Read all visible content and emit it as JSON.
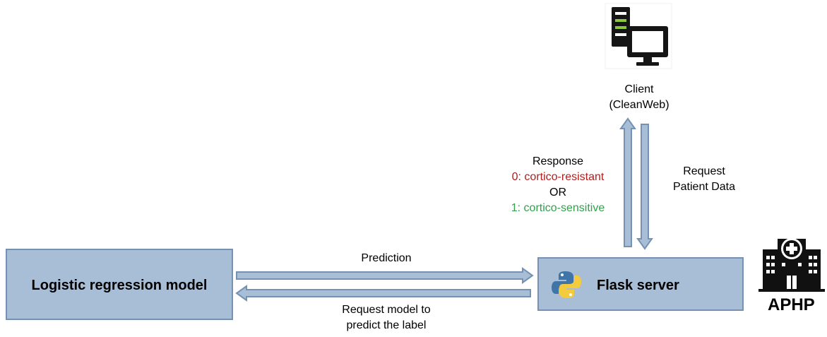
{
  "client": {
    "label_line1": "Client",
    "label_line2": "(CleanWeb)"
  },
  "response": {
    "title": "Response",
    "option0": "0: cortico-resistant",
    "or": "OR",
    "option1": "1: cortico-sensitive"
  },
  "request_patient": {
    "line1": "Request",
    "line2": "Patient Data"
  },
  "model_box": {
    "label": "Logistic regression model"
  },
  "flask_box": {
    "label": "Flask server"
  },
  "prediction_label": "Prediction",
  "request_model": {
    "line1": "Request model to",
    "line2": "predict the label"
  },
  "hospital": {
    "label": "APHP"
  },
  "colors": {
    "box_fill": "#a7bed6",
    "box_border": "#7592b3",
    "response_negative": "#b21d1d",
    "response_positive": "#2fa24a"
  }
}
